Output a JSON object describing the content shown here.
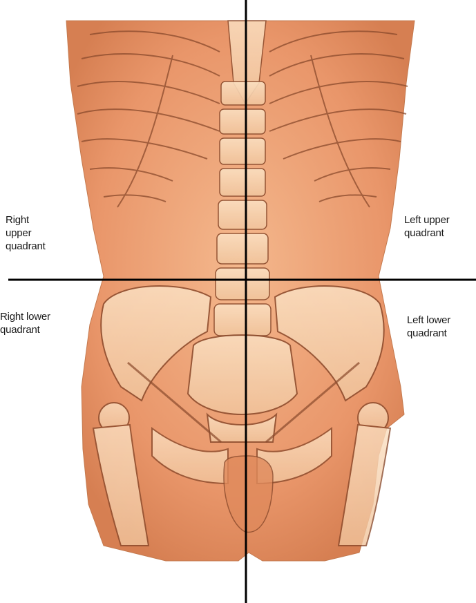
{
  "diagram": {
    "labels": {
      "right_upper": "Right\nupper\nquadrant",
      "left_upper": "Left upper\nquadrant",
      "right_lower": "Right lower\nquadrant",
      "left_lower": "Left lower\nquadrant"
    },
    "colors": {
      "skin": "#e9966a",
      "skin_light": "#f3b98f",
      "skin_dark": "#c96e45",
      "bone": "#f7d3ad",
      "outline": "#8a4a2c",
      "divider": "#000000"
    }
  }
}
